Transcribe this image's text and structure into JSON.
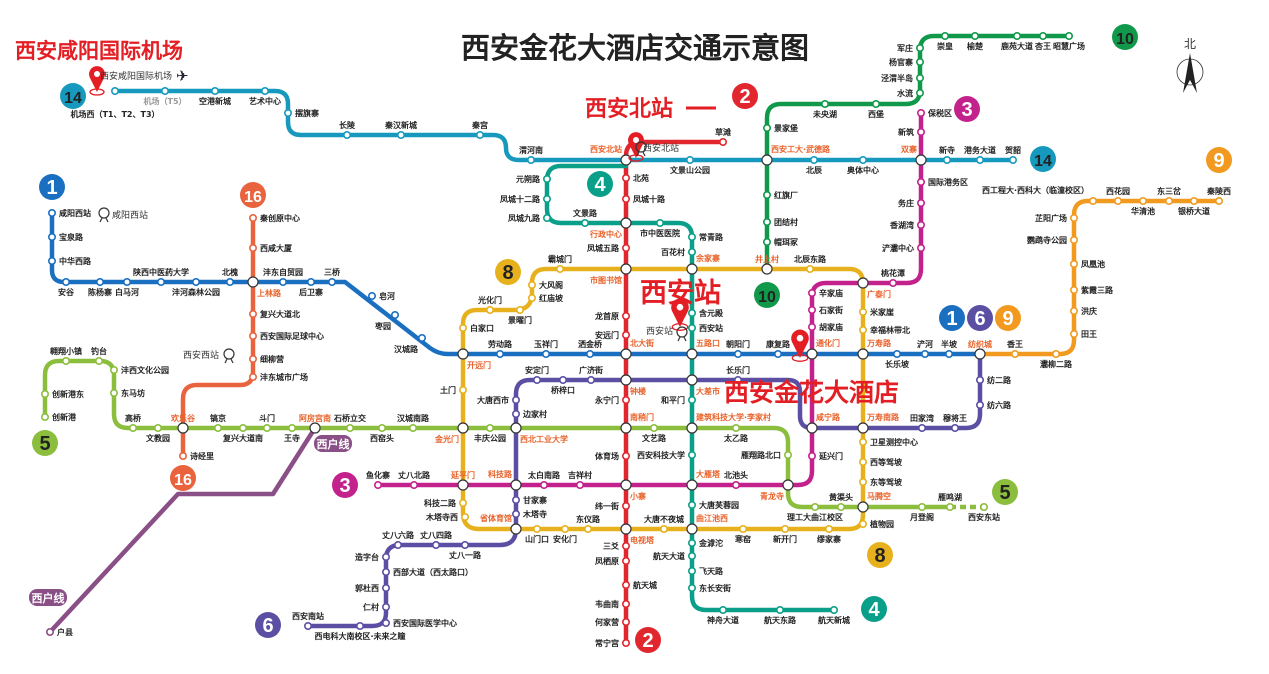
{
  "title": "西安金花大酒店交通示意图",
  "compass": "北",
  "landmarks": {
    "airport": "西安咸阳国际机场",
    "airport_small": "西安咸阳国际机场",
    "north_station": "西安北站",
    "north_station_small": "西安北站",
    "xian_station": "西安站",
    "xian_station_small": "西安站",
    "hotel": "西安金花大酒店",
    "xianyang_west": "咸阳西站",
    "xian_west": "西安西站"
  },
  "colors": {
    "l1": "#1b6fc1",
    "l2": "#e1262d",
    "l3": "#c3228d",
    "l4": "#0a9f89",
    "l5": "#8cbe3e",
    "l6": "#5b4fa3",
    "l8": "#e7b11d",
    "l9": "#f29a1f",
    "l10": "#10994b",
    "l14": "#1799bd",
    "l16": "#e8633e",
    "xh": "#8a4f86"
  },
  "badges": [
    "14",
    "1",
    "16",
    "5",
    "16",
    "3",
    "6",
    "2",
    "2",
    "4",
    "8",
    "10",
    "3",
    "14",
    "10",
    "9",
    "1",
    "6",
    "9",
    "5",
    "8",
    "4"
  ],
  "xihu_line": "西户线",
  "stations": [
    "机场西（T1、T2、T3）",
    "机场（T5）",
    "空港新城",
    "艺术中心",
    "摆旗寨",
    "长陵",
    "秦汉新城",
    "秦宫",
    "渭河南",
    "西安北站",
    "文景山公园",
    "西安工大·武德路",
    "北辰",
    "奥体中心",
    "双寨",
    "新寺",
    "港务大道",
    "贺韶",
    "咸阳西站",
    "宝泉路",
    "中华西路",
    "安谷",
    "陈杨寨",
    "白马河",
    "陕西中医药大学",
    "沣河森林公园",
    "北槐",
    "上林路",
    "沣东自贸园",
    "后卫寨",
    "三桥",
    "皂河",
    "枣园",
    "汉城路",
    "开远门",
    "劳动路",
    "玉祥门",
    "洒金桥",
    "北大街",
    "五路口",
    "朝阳门",
    "康复路",
    "通化门",
    "万寿路",
    "长乐坡",
    "浐河",
    "半坡",
    "纺织城",
    "香王",
    "灞柳二路",
    "田王",
    "洪庆",
    "紫霞三路",
    "凤凰池",
    "鹦鹉寺公园",
    "芷阳广场",
    "西工程大·西科大（临潼校区）",
    "西花园",
    "华清池",
    "东三岔",
    "银桥大道",
    "秦陵西",
    "纺二路",
    "纺六路",
    "穆将王",
    "田家湾",
    "万寿南路",
    "咸宁路",
    "长乐门",
    "大差市",
    "钟楼",
    "广济街",
    "桥梓口",
    "安定门",
    "大唐西市",
    "边家村",
    "西北工业大学",
    "科技路",
    "甘家寨",
    "木塔寺",
    "省体育馆",
    "丈八一路",
    "丈八四路",
    "丈八六路",
    "造字台",
    "西部大道（西太路口）",
    "郭杜西",
    "仁村",
    "西安国际医学中心",
    "西电科大南校区·未来之瞳",
    "西安南站",
    "草滩",
    "北苑",
    "凤城十路",
    "行政中心",
    "凤城五路",
    "市图书馆",
    "龙首原",
    "安远门",
    "永宁门",
    "南稍门",
    "体育场",
    "小寨",
    "纬一街",
    "电视塔",
    "三爻",
    "凤栖原",
    "航天城",
    "韦曲南",
    "何家营",
    "常宁宫",
    "元朔路",
    "凤城十二路",
    "凤城九路",
    "文景路",
    "市中医医院",
    "常青路",
    "百花村",
    "余家寨",
    "含元殿",
    "西安站",
    "和平门",
    "建筑科技大学·李家村",
    "西安科技大学",
    "大雁塔",
    "大唐芙蓉园",
    "曲江池西",
    "金滹沱",
    "航天大道",
    "飞天路",
    "东长安街",
    "神舟大道",
    "航天东路",
    "航天新城",
    "创新港",
    "创新港东",
    "翱翔小镇",
    "钓台",
    "沣西文化公园",
    "东马坊",
    "高桥",
    "文教园",
    "欢乐谷",
    "镐京",
    "复兴大道南",
    "斗门",
    "王寺",
    "阿房宫南",
    "石桥立交",
    "西窑头",
    "汉城南路",
    "金光门",
    "丰庆公园",
    "文艺路",
    "太乙路",
    "雁翔路北口",
    "青龙寺",
    "理工大曲江校区",
    "黄渠头",
    "马腾空",
    "月登阁",
    "雁鸣湖",
    "西安东站",
    "大唐不夜城",
    "寒窑",
    "新开门",
    "缪家寨",
    "植物园",
    "卫星测控中心",
    "西等驾坡",
    "东等驾坡",
    "幸福林带北",
    "米家崖",
    "广泰门",
    "北辰东路",
    "井上村",
    "霸城门",
    "大风阁",
    "红庙坡",
    "景曜门",
    "光化门",
    "白家口",
    "土门",
    "延平门",
    "科技二路",
    "木塔寺西",
    "山门口",
    "安化门",
    "东仪路",
    "保税区",
    "新筑",
    "国际港务区",
    "务庄",
    "香湖湾",
    "浐灞中心",
    "桃花潭",
    "辛家庙",
    "石家街",
    "胡家庙",
    "延兴门",
    "北池头",
    "吉祥村",
    "太白南路",
    "丈八北路",
    "鱼化寨",
    "崇皇",
    "榆楚",
    "鹿苑大道",
    "杏王",
    "昭慧广场",
    "军庄",
    "杨官寨",
    "泾渭半岛",
    "水流",
    "西堡",
    "未央湖",
    "景家堡",
    "红旗厂",
    "团结村",
    "帽珥冢",
    "秦创原中心",
    "西咸大厦",
    "复兴大道北",
    "西安国际足球中心",
    "细柳营",
    "沣东城市广场",
    "诗经里",
    "户县"
  ]
}
